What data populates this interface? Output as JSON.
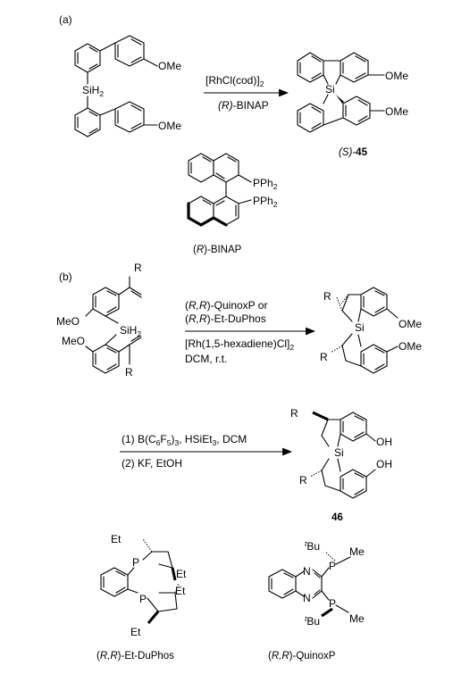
{
  "section_a": {
    "label": "(a)",
    "reactant_substituent_top": "OMe",
    "reactant_substituent_bottom": "OMe",
    "reactant_silane": "SiH",
    "reagent_catalyst": "[RhCl(cod)]",
    "reagent_catalyst_sub": "2",
    "reagent_ligand_prefix": "(R)",
    "reagent_ligand_name": "-BINAP",
    "product_si": "Si",
    "product_ome_top": "OMe",
    "product_ome_bottom": "OMe",
    "product_label_prefix": "(S)-",
    "product_label_number": "45",
    "binap_pph2_top": "PPh",
    "binap_pph2_bottom": "PPh",
    "binap_label": "(R)-BINAP"
  },
  "section_b": {
    "label": "(b)",
    "reactant_r_top": "R",
    "reactant_r_bottom": "R",
    "reactant_meo_top": "MeO",
    "reactant_meo_bottom": "MeO",
    "reactant_silane": "SiH",
    "reagent_line1": "(R,R)-QuinoxP or",
    "reagent_line2": "(R,R)-Et-DuPhos",
    "reagent_line3_a": "[Rh(1,5-hexadiene)Cl]",
    "reagent_line3_sub": "2",
    "reagent_line4": "DCM, r.t.",
    "product1_r_top": "R",
    "product1_r_bottom": "R",
    "product1_si": "Si",
    "product1_ome_top": "OMe",
    "product1_ome_bottom": "OMe",
    "step2_line1_a": "(1) B(C",
    "step2_line1_sub1": "6",
    "step2_line1_b": "F",
    "step2_line1_sub2": "5",
    "step2_line1_c": ")",
    "step2_line1_sub3": "3",
    "step2_line1_d": ", HSiEt",
    "step2_line1_sub4": "3",
    "step2_line1_e": ", DCM",
    "step2_line2": "(2) KF, EtOH",
    "product2_r_top": "R",
    "product2_r_bottom": "R",
    "product2_si": "Si",
    "product2_oh_top": "OH",
    "product2_oh_bottom": "OH",
    "product2_label": "46",
    "duphos_et1": "Et",
    "duphos_et2": "Et",
    "duphos_et3": "Et",
    "duphos_et4": "Et",
    "duphos_p_top": "P",
    "duphos_p_bottom": "P",
    "duphos_label": "(R,R)-Et-DuPhos",
    "quinoxp_n_top": "N",
    "quinoxp_n_bottom": "N",
    "quinoxp_p_top": "P",
    "quinoxp_p_bottom": "P",
    "quinoxp_tbu_top": "Bu",
    "quinoxp_tbu_bottom": "Bu",
    "quinoxp_t_top": "t",
    "quinoxp_t_bottom": "t",
    "quinoxp_me_top": "Me",
    "quinoxp_me_bottom": "Me",
    "quinoxp_label": "(R,R)-QuinoxP"
  }
}
